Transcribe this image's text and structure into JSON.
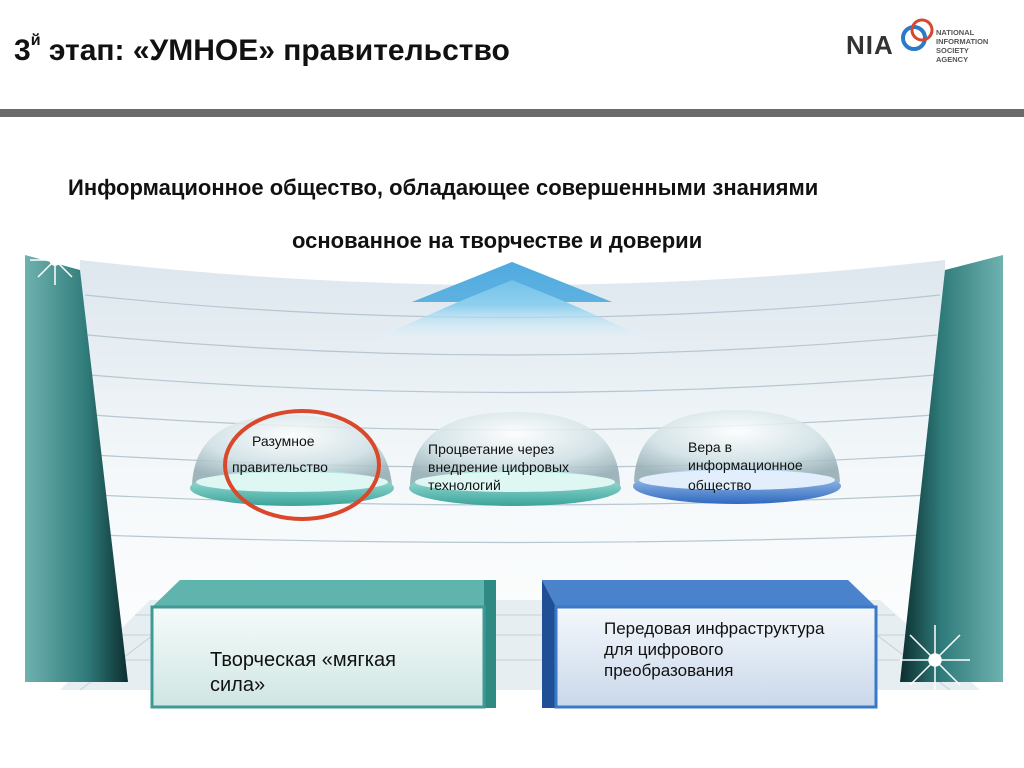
{
  "slide": {
    "title_prefix": "3",
    "title_sup": "й",
    "title_rest": " этап: «УМНОЕ» правительство",
    "subtitle_line1": "Информационное общество, обладающее совершенными знаниями",
    "subtitle_line2": "основанное на творчестве и доверии"
  },
  "logo": {
    "abbr": "NIA",
    "line1": "NATIONAL",
    "line2": "INFORMATION SOCIETY",
    "line3": "AGENCY"
  },
  "domes": [
    {
      "line1": "Разумное",
      "line2": "правительство"
    },
    {
      "line1": "Процветание через",
      "line2": "внедрение цифровых",
      "line3": "технологий"
    },
    {
      "line1": "Вера в",
      "line2": "информационное",
      "line3": "общество"
    }
  ],
  "boxes": [
    {
      "line1": "Творческая «мягкая",
      "line2": "сила»"
    },
    {
      "line1": "Передовая инфраструктура",
      "line2": "для цифрового",
      "line3": "преобразования"
    }
  ],
  "colors": {
    "teal": "#3f9a96",
    "blue": "#3a78c8",
    "highlight_circle": "#d9482a",
    "divider": "#6b6b6b"
  }
}
